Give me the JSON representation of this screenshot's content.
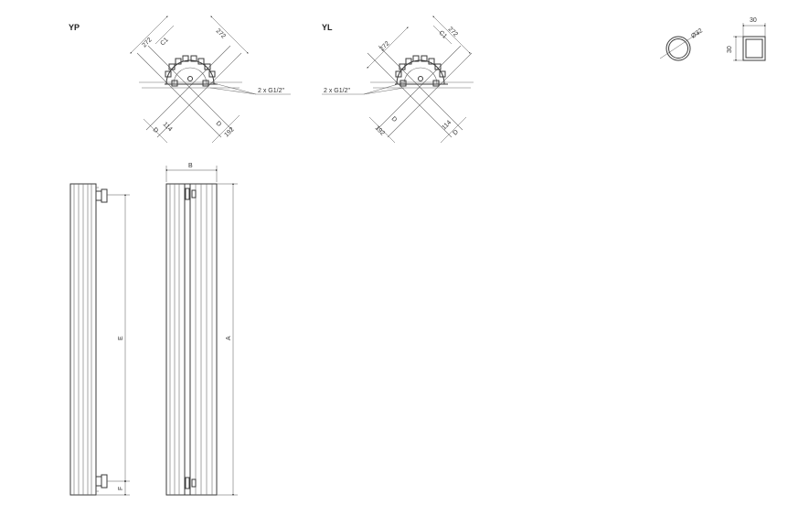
{
  "variants": {
    "yp": {
      "label": "YP",
      "dims": {
        "arm_left": "272",
        "arm_right": "272",
        "c1": "C1",
        "d_left": "D",
        "d_right": "D",
        "offset_a": "114",
        "offset_b": "192"
      },
      "connection": "2 x G1/2\""
    },
    "yl": {
      "label": "YL",
      "dims": {
        "arm_left": "272",
        "arm_right": "272",
        "c1": "C1",
        "d_left": "D",
        "d_right": "D",
        "offset_a": "192",
        "offset_b": "114"
      },
      "connection": "2 x G1/2\""
    }
  },
  "profiles": {
    "round": {
      "diameter": "Ø32"
    },
    "square": {
      "width": "30",
      "height": "30"
    }
  },
  "side_view": {
    "e": "E",
    "f": "F"
  },
  "front_view": {
    "a": "A",
    "b": "B"
  }
}
